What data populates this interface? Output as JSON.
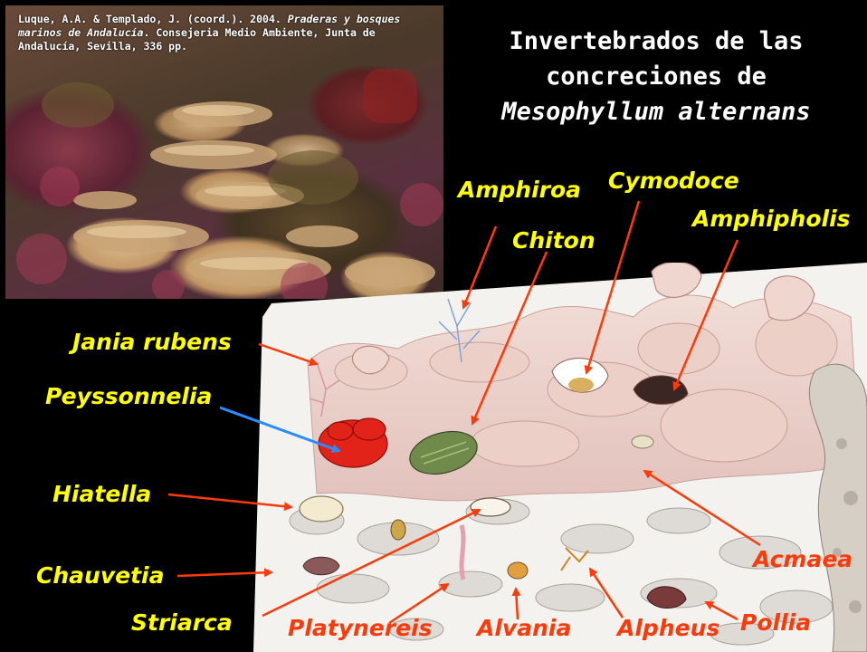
{
  "citation": {
    "part1": "Luque, A.A. & Templado, J. (coord.). 2004. ",
    "italic": "Praderas y bosques marinos de Andalucía",
    "part2": ". Consejeria Medio Ambiente, Junta de Andalucía, Sevilla, 336 pp."
  },
  "title": {
    "line1": "Invertebrados de las",
    "line2": "concreciones de",
    "line3": "Mesophyllum alternans"
  },
  "labels": {
    "amphiroa": "Amphiroa",
    "cymodoce": "Cymodoce",
    "amphipholis": "Amphipholis",
    "chiton": "Chiton",
    "jania": "Jania rubens",
    "peyssonnelia": "Peyssonnelia",
    "hiatella": "Hiatella",
    "chauvetia": "Chauvetia",
    "striarca": "Striarca",
    "platynereis": "Platynereis",
    "alvania": "Alvania",
    "alpheus": "Alpheus",
    "pollia": "Pollia",
    "acmaea": "Acmaea"
  },
  "colors": {
    "background": "#000000",
    "label_yellow": "#ffff00",
    "label_red": "#ff3a0a",
    "arrow_red": "#ff3a0a",
    "arrow_blue": "#2a8cff"
  }
}
